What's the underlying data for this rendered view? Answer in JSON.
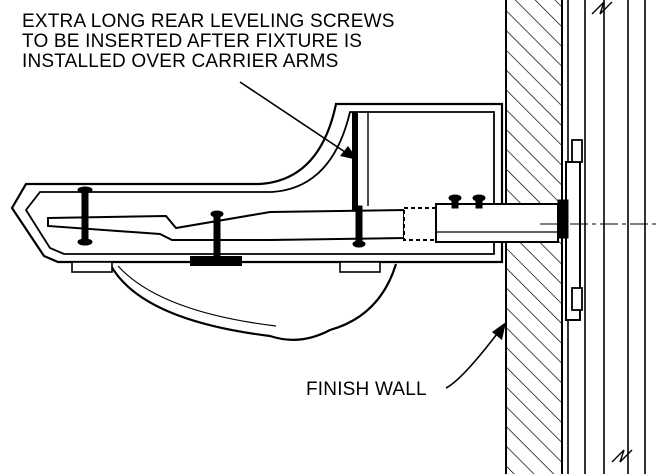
{
  "callouts": {
    "leveling_screws": {
      "line1": "EXTRA LONG REAR LEVELING SCREWS",
      "line2": "TO BE INSERTED AFTER FIXTURE IS",
      "line3": "INSTALLED OVER CARRIER ARMS"
    },
    "finish_wall": "FINISH WALL"
  },
  "colors": {
    "ink": "#000000",
    "paper": "#ffffff"
  }
}
